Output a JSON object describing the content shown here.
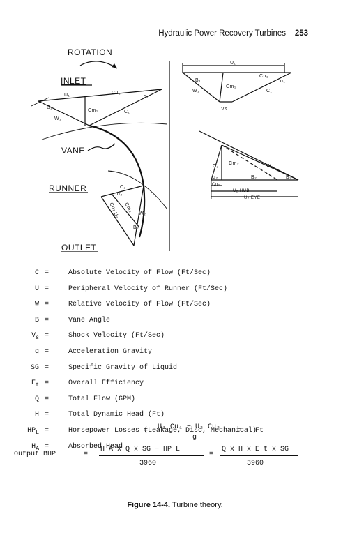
{
  "header": {
    "running_title": "Hydraulic Power Recovery Turbines",
    "page_number": "253"
  },
  "figure": {
    "left_labels": {
      "rotation": "ROTATION",
      "inlet": "INLET",
      "vane": "VANE",
      "runner": "RUNNER",
      "outlet": "OUTLET"
    },
    "inlet_triangle": {
      "u": "U₁",
      "cu": "Cu₁",
      "cm": "Cm₁",
      "c": "C₁",
      "w": "W₁",
      "beta": "B₁",
      "alpha": "α₁"
    },
    "outlet_triangle": {
      "c": "C₂",
      "cu": "Cu₂",
      "cm": "Cm₂",
      "u": "U₂",
      "w": "W₂",
      "beta": "B₂",
      "alpha": "α₂"
    },
    "right_top": {
      "u": "U₁",
      "cu": "Cu₁",
      "cm": "Cm₁",
      "c": "C₁",
      "w": "W₁",
      "beta": "B₁",
      "alpha": "α₁",
      "vs": "Vs"
    },
    "right_bottom": {
      "c": "C₂",
      "cm": "Cm₂",
      "w": "W₂",
      "beta_a": "B₂",
      "beta_b": "B₂",
      "alpha": "α₂",
      "cu": "Cu₂",
      "u_hub": "U₂ HUB",
      "u_eye": "U₂ EYE"
    }
  },
  "definitions": [
    {
      "sym": "C",
      "sub": "",
      "eq": "=",
      "text": "Absolute Velocity of Flow (Ft/Sec)"
    },
    {
      "sym": "U",
      "sub": "",
      "eq": "=",
      "text": "Peripheral Velocity of Runner (Ft/Sec)"
    },
    {
      "sym": "W",
      "sub": "",
      "eq": "=",
      "text": "Relative Velocity of Flow (Ft/Sec)"
    },
    {
      "sym": "B",
      "sub": "",
      "eq": "=",
      "text": "Vane Angle"
    },
    {
      "sym": "V",
      "sub": "s",
      "eq": "=",
      "text": "Shock Velocity (Ft/Sec)"
    },
    {
      "sym": "g",
      "sub": "",
      "eq": "=",
      "text": "Acceleration Gravity"
    },
    {
      "sym": "SG",
      "sub": "",
      "eq": "=",
      "text": "Specific Gravity of Liquid"
    },
    {
      "sym": "E",
      "sub": "t",
      "eq": "=",
      "text": "Overall Efficiency"
    },
    {
      "sym": "Q",
      "sub": "",
      "eq": "=",
      "text": "Total Flow (GPM)"
    },
    {
      "sym": "H",
      "sub": "",
      "eq": "=",
      "text": "Total Dynamic Head (Ft)"
    },
    {
      "sym": "HP",
      "sub": "L",
      "eq": "=",
      "text": "Horsepower Losses (Leakage, Disc, Mechanical)"
    },
    {
      "sym": "H",
      "sub": "A",
      "eq": "=",
      "text": "Absorbed Head"
    }
  ],
  "absorbed_head": {
    "numerator": "U₁ Cu₁ − U₂ Cu₂",
    "denominator": "g",
    "unit": "Ft",
    "eq": "="
  },
  "output_bhp": {
    "label": "Output BHP",
    "eq1": "=",
    "num1": "H_A x Q x SG − HP_L",
    "den1": "3960",
    "eq2": "=",
    "num2": "Q x H x E_t x SG",
    "den2": "3960"
  },
  "caption": {
    "number": "Figure 14-4.",
    "title": "Turbine theory."
  }
}
